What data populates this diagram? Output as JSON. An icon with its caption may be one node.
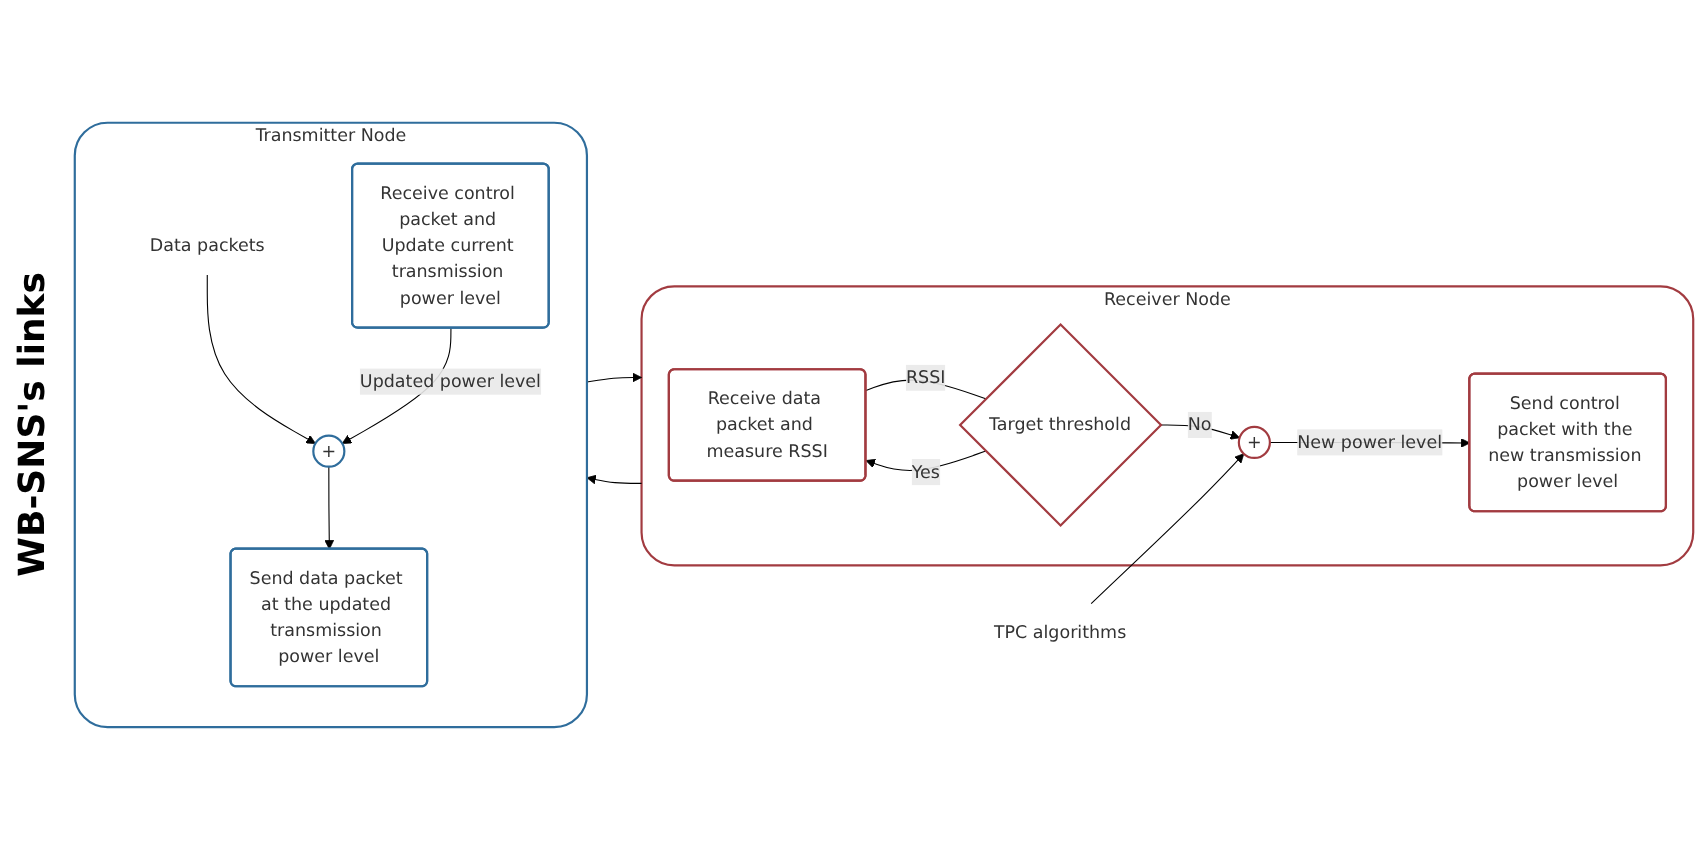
{
  "diagram": {
    "nodes": [
      {
        "text": [
          "Transmitter Node"
        ]
      },
      {
        "text": [
          "Data packets"
        ],
        "in": 0
      },
      {
        "text": [
          "+"
        ],
        "in": 0
      },
      {
        "text": [
          "Send data packet at the updated transmission power level"
        ],
        "in": 0
      },
      {
        "text": [
          "Receive control packet and Update current transmission power level"
        ],
        "in": 0
      },
      {
        "text": [
          "Receiver Node"
        ]
      },
      {
        "text": [
          "Receive data packet and measure RSSI"
        ],
        "in": 5
      },
      {
        "text": [
          "Target threshold"
        ],
        "in": 5
      },
      {
        "text": [
          "+"
        ],
        "in": 5
      },
      {
        "text": [
          "Send control packet with the new transmission power level"
        ],
        "in": 5
      },
      {
        "text": [
          "TPC algorithms"
        ]
      }
    ],
    "edges": [
      {
        "from": 1,
        "to": 2,
        "arrow": "to"
      },
      {
        "from": 2,
        "to": 3,
        "arrow": "to"
      },
      {
        "from": 0,
        "to": 5,
        "arrow": "to"
      },
      {
        "from": 6,
        "to": 7,
        "label": "RSSI",
        "arrow": "none"
      },
      {
        "from": 7,
        "to": 6,
        "label": "Yes",
        "arrow": "to"
      },
      {
        "from": 7,
        "to": 8,
        "label": "No",
        "arrow": "to"
      },
      {
        "from": 10,
        "to": 8,
        "arrow": "to"
      },
      {
        "from": 8,
        "to": 9,
        "label": "New power level",
        "arrow": "to"
      },
      {
        "from": 5,
        "to": 0,
        "arrow": "to"
      },
      {
        "from": 4,
        "to": 2,
        "label": "Updated power level",
        "arrow": "to"
      }
    ],
    "labels": [
      "WB-SNS's links"
    ]
  }
}
